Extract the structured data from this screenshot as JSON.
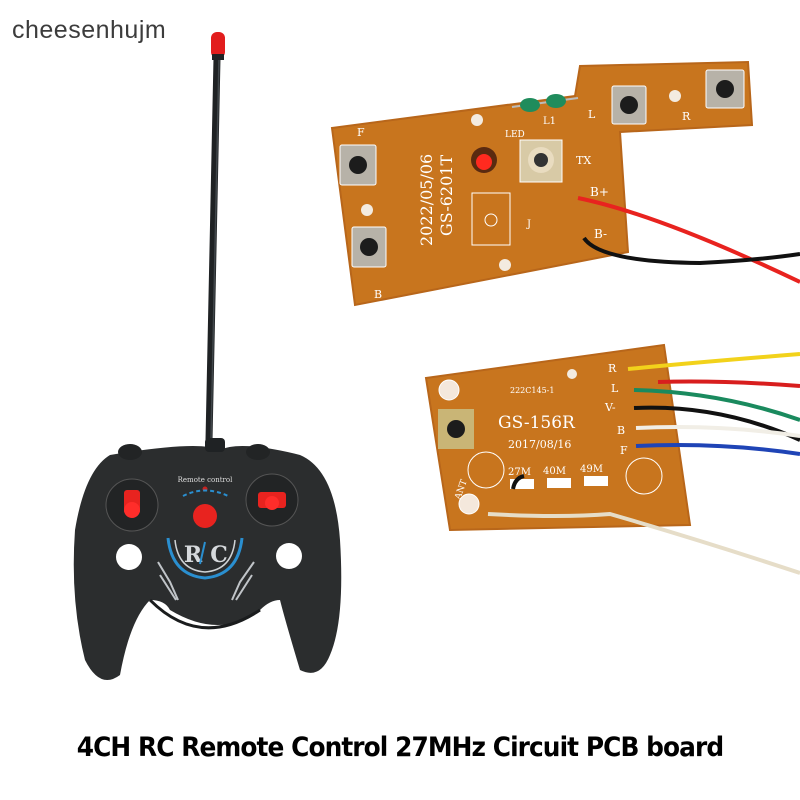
{
  "watermark": "cheesenhujm",
  "caption": "4CH RC Remote Control 27MHz Circuit PCB board",
  "colors": {
    "pcb": "#c8751e",
    "pcb_edge": "#b8661a",
    "silkscreen": "#ffffff",
    "controller": "#2b2d2e",
    "accent_red": "#e8231f",
    "accent_blue": "#2a8fd0",
    "background": "#ffffff"
  },
  "controller": {
    "label": "Remote control",
    "logo_left": "R",
    "logo_right": "C"
  },
  "transmitter_board": {
    "model": "GS-6201T",
    "date": "2022/05/06",
    "labels": {
      "forward": "F",
      "back": "B",
      "left": "L",
      "right": "R",
      "led": "LED",
      "inductor": "L1",
      "tx": "TX",
      "jumper": "J",
      "bplus": "B+",
      "bminus": "B-"
    }
  },
  "receiver_board": {
    "model": "GS-156R",
    "date": "2017/08/16",
    "part": "222C145-1",
    "antenna": "ANT",
    "freqs": [
      "27M",
      "40M",
      "49M"
    ],
    "pins": [
      "R",
      "L",
      "V-",
      "B",
      "F"
    ]
  }
}
